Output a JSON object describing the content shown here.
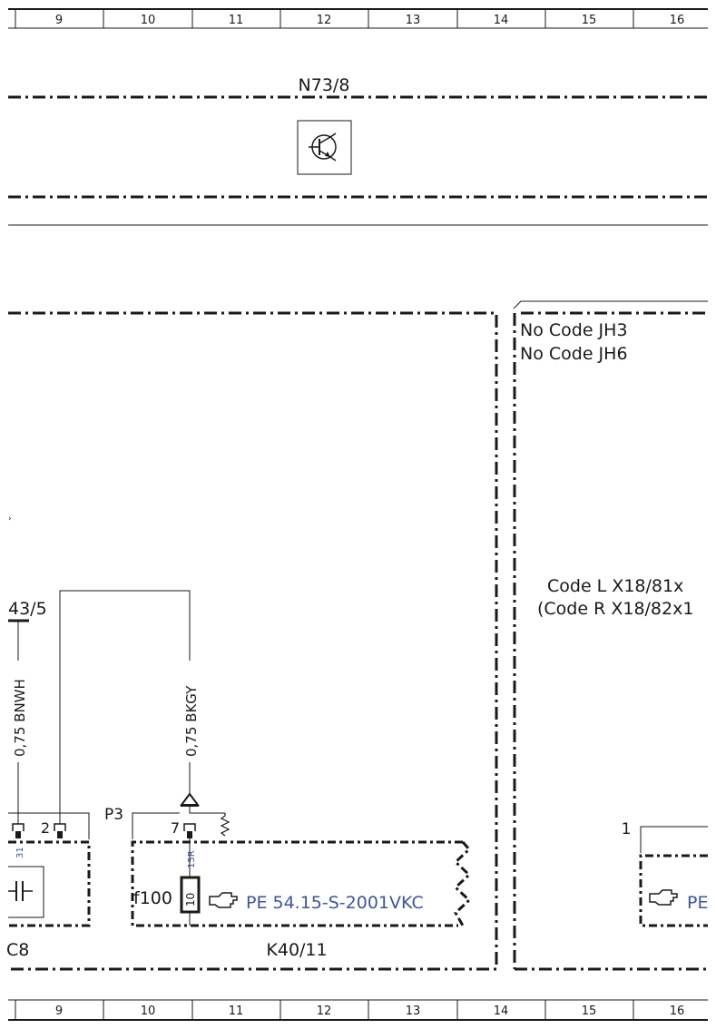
{
  "grid": {
    "columns": [
      "9",
      "10",
      "11",
      "12",
      "13",
      "14",
      "15",
      "16"
    ]
  },
  "components": {
    "n73_8": {
      "label": "N73/8",
      "symbol_icon": "transistor-icon"
    },
    "k40_11": {
      "label": "K40/11",
      "pin_group": "P3",
      "pin_number": "7",
      "pin_name": "15R",
      "fuse_label": "f100",
      "fuse_value": "10",
      "reference": "PE 54.15-S-2001VKC"
    },
    "left_module": {
      "label_partial": "C8",
      "pin_number": "2",
      "pin_name": "31"
    },
    "connector": {
      "label_partial": "43/5"
    },
    "right_module": {
      "notes": [
        "No Code JH3",
        "No Code JH6"
      ],
      "code_l": "Code L  X18/81x",
      "code_r": "(Code R X18/82x1",
      "pin_number": "1",
      "reference_partial": "PE"
    }
  },
  "wires": {
    "left": "0,75 BNWH",
    "right": "0,75 BKGY"
  },
  "colors": {
    "line": "#1a1a1a",
    "reference_blue": "#3b55a0"
  }
}
